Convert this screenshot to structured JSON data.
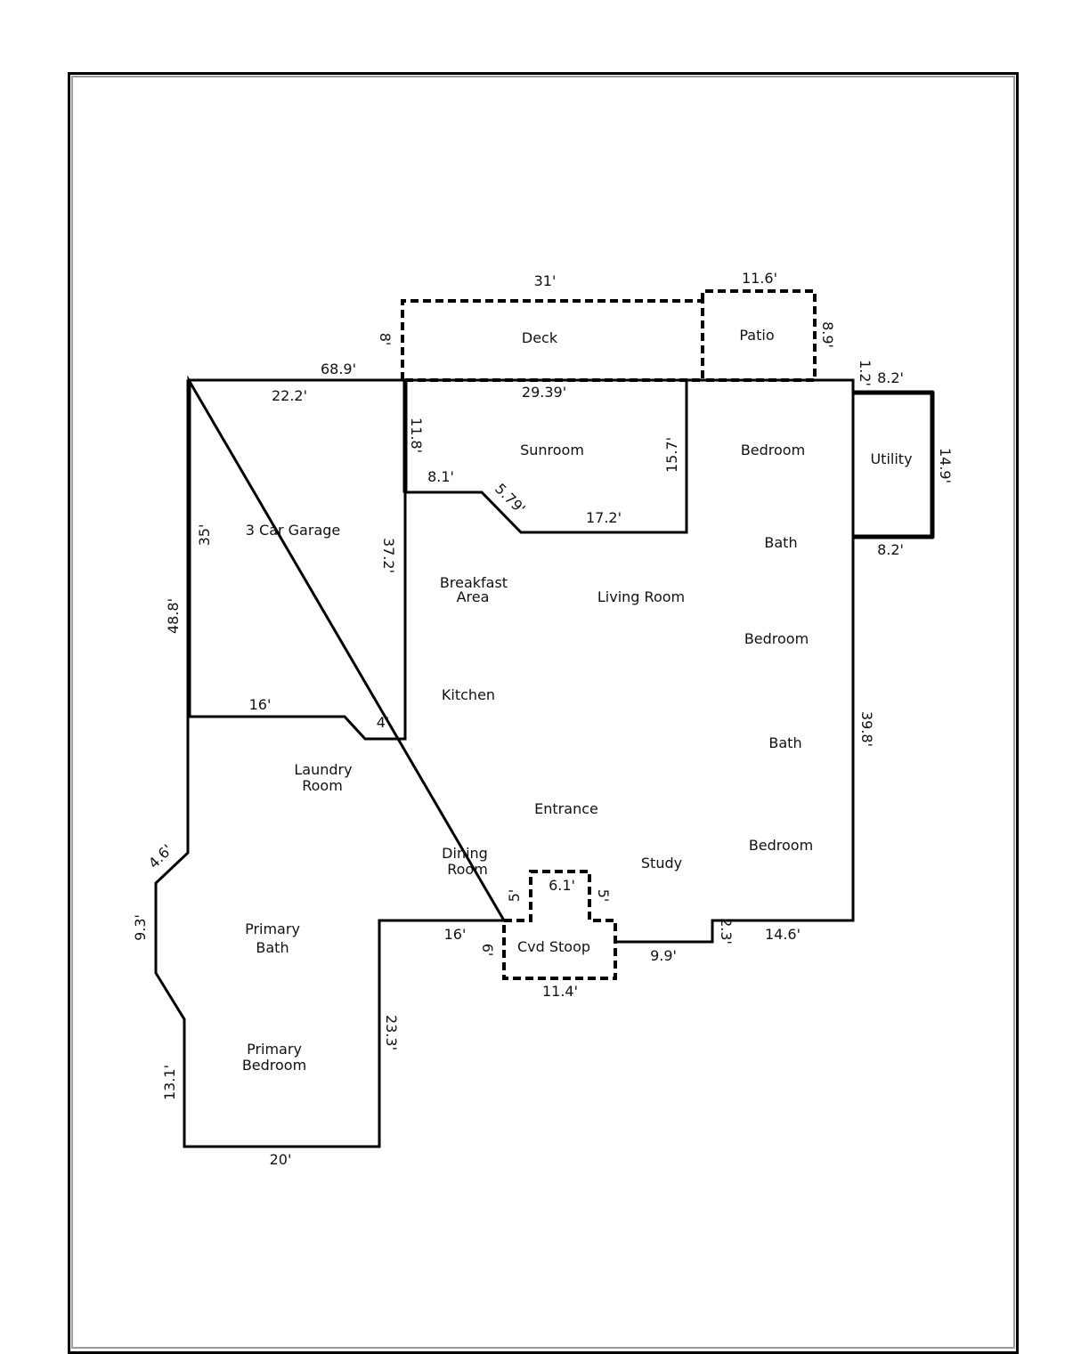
{
  "rooms": {
    "deck": "Deck",
    "patio": "Patio",
    "sunroom": "Sunroom",
    "bedroom_1": "Bedroom",
    "utility": "Utility",
    "garage": "3 Car Garage",
    "bath_1": "Bath",
    "breakfast_line1": "Breakfast",
    "breakfast_line2": "Area",
    "living_room": "Living Room",
    "bedroom_2": "Bedroom",
    "kitchen": "Kitchen",
    "bath_2": "Bath",
    "laundry_line1": "Laundry",
    "laundry_line2": "Room",
    "entrance": "Entrance",
    "dining_line1": "Dining",
    "dining_line2": "Room",
    "study": "Study",
    "bedroom_3": "Bedroom",
    "cvd_stoop": "Cvd Stoop",
    "primary_bath_line1": "Primary",
    "primary_bath_line2": "Bath",
    "primary_bedroom_line1": "Primary",
    "primary_bedroom_line2": "Bedroom"
  },
  "dimensions": {
    "deck_width": "31'",
    "patio_width": "11.6'",
    "deck_depth": "8'",
    "patio_depth": "8.9'",
    "top_wall": "68.9'",
    "small_offset": "1.2'",
    "utility_top": "8.2'",
    "garage_top": "22.2'",
    "sunroom_top": "29.39'",
    "sunroom_left": "11.8'",
    "sunroom_right": "15.7'",
    "utility_side": "14.9'",
    "sunroom_bottom_left": "8.1'",
    "sunroom_diagonal": "5.79'",
    "sunroom_bottom": "17.2'",
    "garage_left": "35'",
    "garage_right": "37.2'",
    "utility_bottom": "8.2'",
    "left_wall": "48.8'",
    "garage_bottom": "16'",
    "garage_corner": "4'",
    "right_wall": "39.8'",
    "left_diagonal": "4.6'",
    "stoop_top": "6.1'",
    "stoop_left": "5'",
    "stoop_right": "5'",
    "left_lower": "9.3'",
    "front_left": "16'",
    "stoop_depth": "6'",
    "front_step": "2.3'",
    "front_right": "14.6'",
    "front_middle": "9.9'",
    "stoop_bottom": "11.4'",
    "primary_right": "23.3'",
    "primary_left": "13.1'",
    "primary_bottom": "20'"
  }
}
